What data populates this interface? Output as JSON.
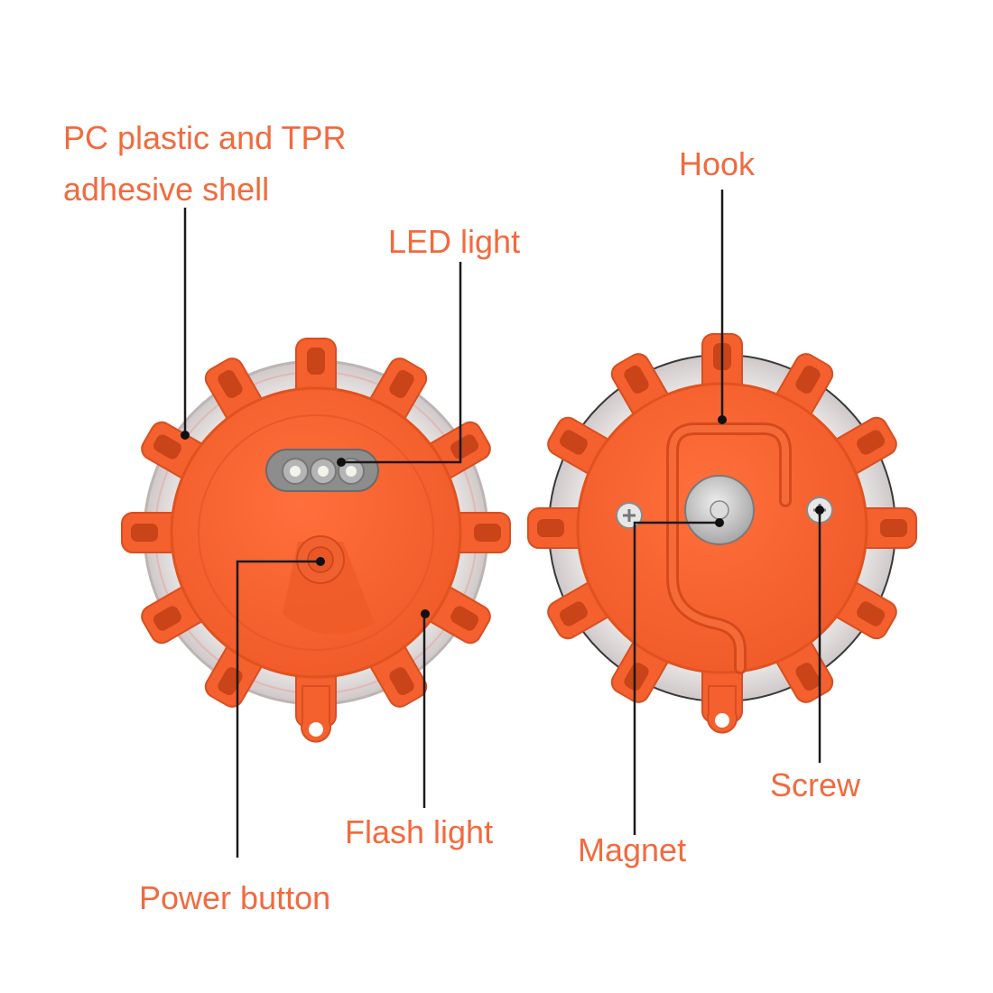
{
  "labels": {
    "shell_line1": "PC plastic and TPR",
    "shell_line2": "adhesive shell",
    "led": "LED light",
    "hook": "Hook",
    "flash": "Flash light",
    "power": "Power button",
    "magnet": "Magnet",
    "screw": "Screw"
  },
  "colors": {
    "label_text": "#f26a3e",
    "body_orange": "#f4602e",
    "body_shade": "#e04f22",
    "lens_clear": "#e9e6e6",
    "leader_line": "#1a1a1a",
    "magnet_metal": "#c9c9c9",
    "background": "#ffffff"
  }
}
